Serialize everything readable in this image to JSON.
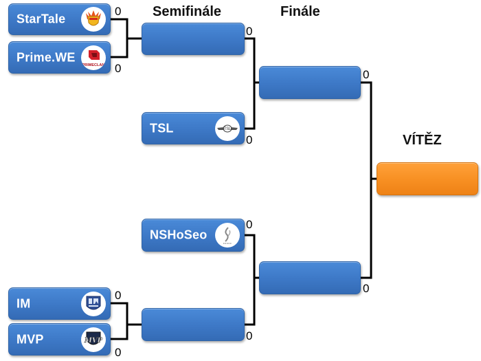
{
  "headings": {
    "semifinal": "Semifinále",
    "final": "Finále",
    "winner": "VÍTĚZ"
  },
  "quarterfinals": [
    {
      "name": "StarTale",
      "score": "0",
      "logo": "startale-logo-icon"
    },
    {
      "name": "Prime.WE",
      "score": "0",
      "logo": "primeclan-logo-icon",
      "logo_text": "PRIMECLAN"
    },
    {
      "name": "IM",
      "score": "0",
      "logo": "im-logo-icon"
    },
    {
      "name": "MVP",
      "score": "0",
      "logo": "mvp-logo-icon",
      "logo_text": "MVP"
    }
  ],
  "semifinals": [
    {
      "name": "",
      "score": "0"
    },
    {
      "name": "TSL",
      "score": "0",
      "logo": "tsl-logo-icon",
      "logo_text": "TSL"
    },
    {
      "name": "NSHoSeo",
      "score": "0",
      "logo": "nshoseo-logo-icon"
    },
    {
      "name": "",
      "score": "0"
    }
  ],
  "finals": [
    {
      "name": "",
      "score": "0"
    },
    {
      "name": "",
      "score": "0"
    }
  ],
  "winner": {
    "name": ""
  },
  "colors": {
    "match_box": "#3d78c6",
    "winner_box": "#f78f22",
    "connector": "#000000"
  }
}
